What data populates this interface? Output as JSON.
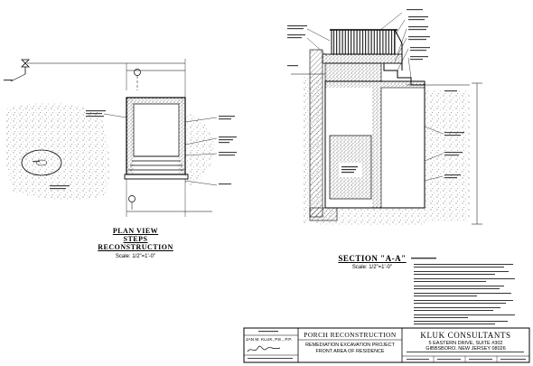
{
  "plan_view": {
    "title_line1": "PLAN VIEW",
    "title_line2": "STEPS",
    "title_line3": "RECONSTRUCTION",
    "scale": "Scale: 1/2\"=1'-0\""
  },
  "section": {
    "title": "SECTION \"A-A\"",
    "scale": "Scale: 1/2\"=1'-0\""
  },
  "title_block": {
    "project_title": "PORCH RECONSTRUCTION",
    "subtitle_line1": "REMEDIATION EXCAVATION PROJECT",
    "subtitle_line2": "FRONT AREA OF RESIDENCE",
    "engineer": "JAN M. KLUK, P.E., P.P.",
    "firm_name": "KLUK CONSULTANTS",
    "firm_address": "5 EASTERN DRIVE, SUITE #302",
    "firm_city": "GIBBSBORO, NEW JERSEY 08026"
  }
}
